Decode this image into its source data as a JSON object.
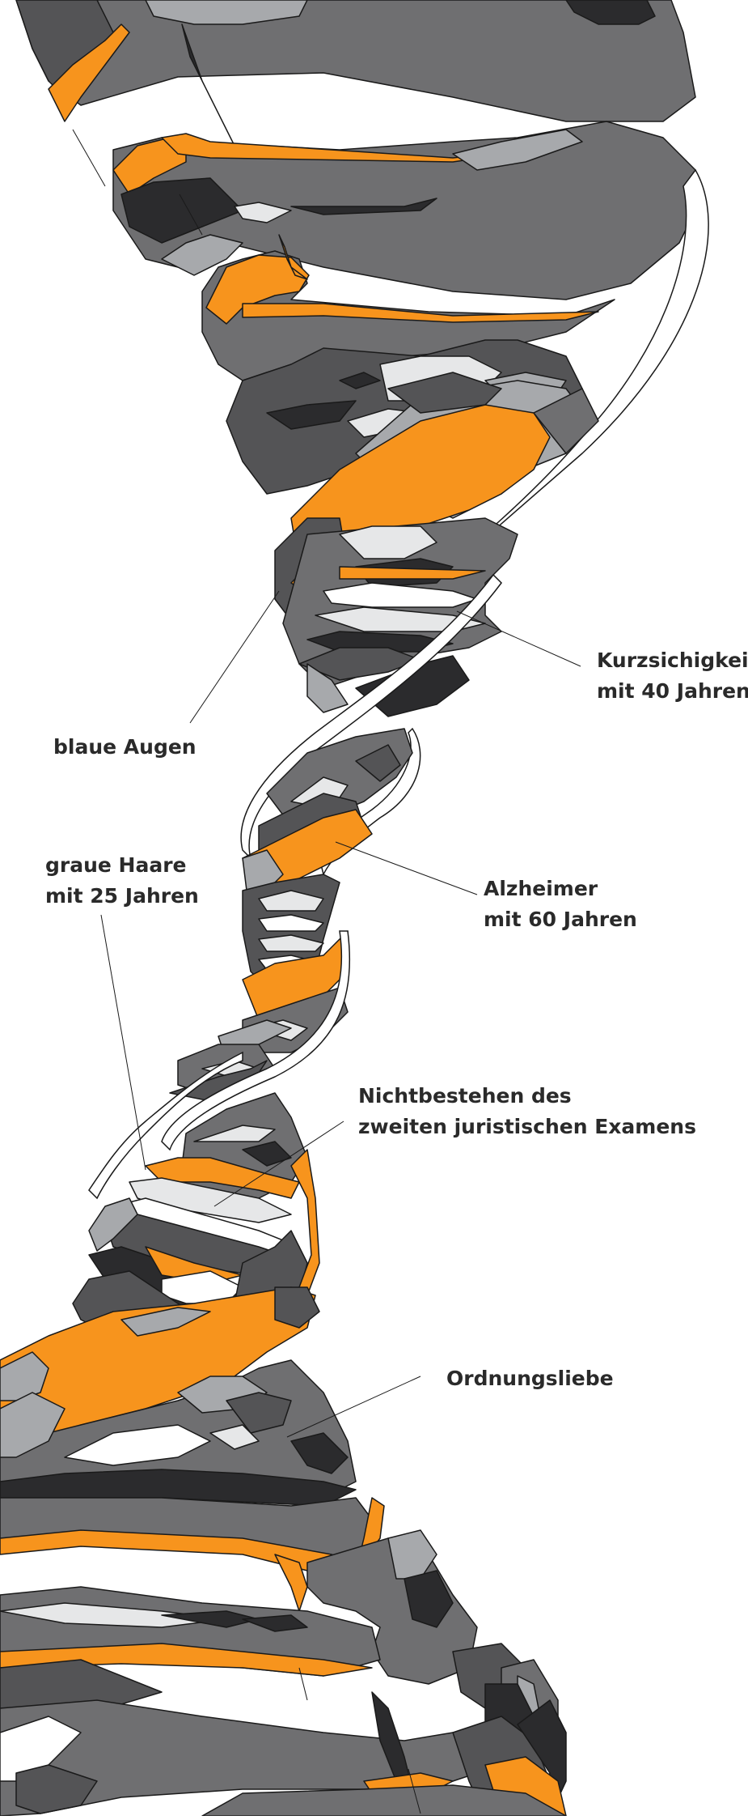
{
  "labels": {
    "kurzsichtigkeit": [
      "Kurzsichigkeit",
      "mit 40 Jahren"
    ],
    "blaue_augen": [
      "blaue Augen"
    ],
    "graue_haare": [
      "graue Haare",
      "mit 25 Jahren"
    ],
    "alzheimer": [
      "Alzheimer",
      "mit 60 Jahren"
    ],
    "examen": [
      "Nichtbestehen des",
      "zweiten juristischen Examens"
    ],
    "ordnung": [
      "Ordnungsliebe"
    ]
  },
  "colors": {
    "orange": "#f7941d",
    "gray_dark": "#2b2b2d",
    "gray_mid_dark": "#545456",
    "gray_mid": "#6f6f71",
    "gray_light": "#a7a9ac",
    "gray_pale": "#e6e7e8",
    "outline": "#1a1a1a",
    "text": "#2a2a2a"
  }
}
